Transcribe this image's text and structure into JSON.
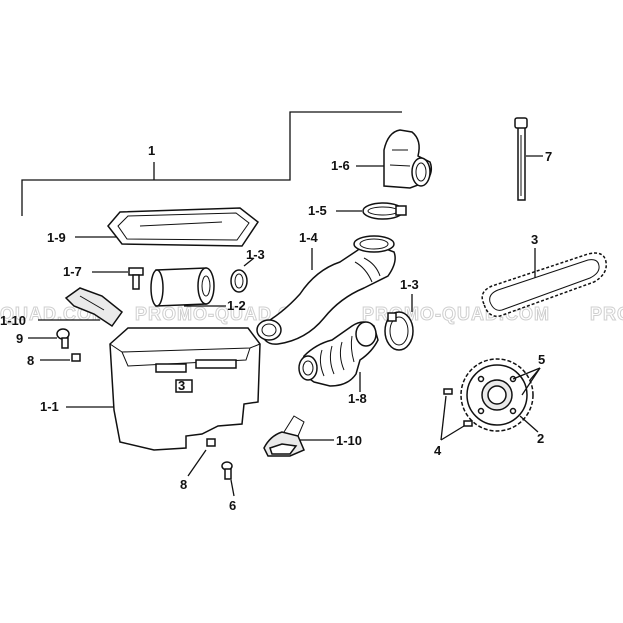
{
  "watermark": {
    "text_left": "PROMO-QUAD.COM",
    "text_center": "PROMO-QUAD.COM",
    "text_right": "PROMO",
    "text_far_left": "QUAD.COM"
  },
  "callouts": {
    "c1": "1",
    "c1_6": "1-6",
    "c7": "7",
    "c1_5": "1-5",
    "c1_9": "1-9",
    "c1_4": "1-4",
    "c3": "3",
    "c1_7": "1-7",
    "c1_3a": "1-3",
    "c1_3b": "1-3",
    "c1_2": "1-2",
    "c1_10a": "1-10",
    "c9": "9",
    "c8a": "8",
    "c5": "5",
    "c1_1": "1-1",
    "c1_8": "1-8",
    "c2": "2",
    "c4": "4",
    "c1_10b": "1-10",
    "c8b": "8",
    "c6": "6"
  },
  "box_label": "3"
}
